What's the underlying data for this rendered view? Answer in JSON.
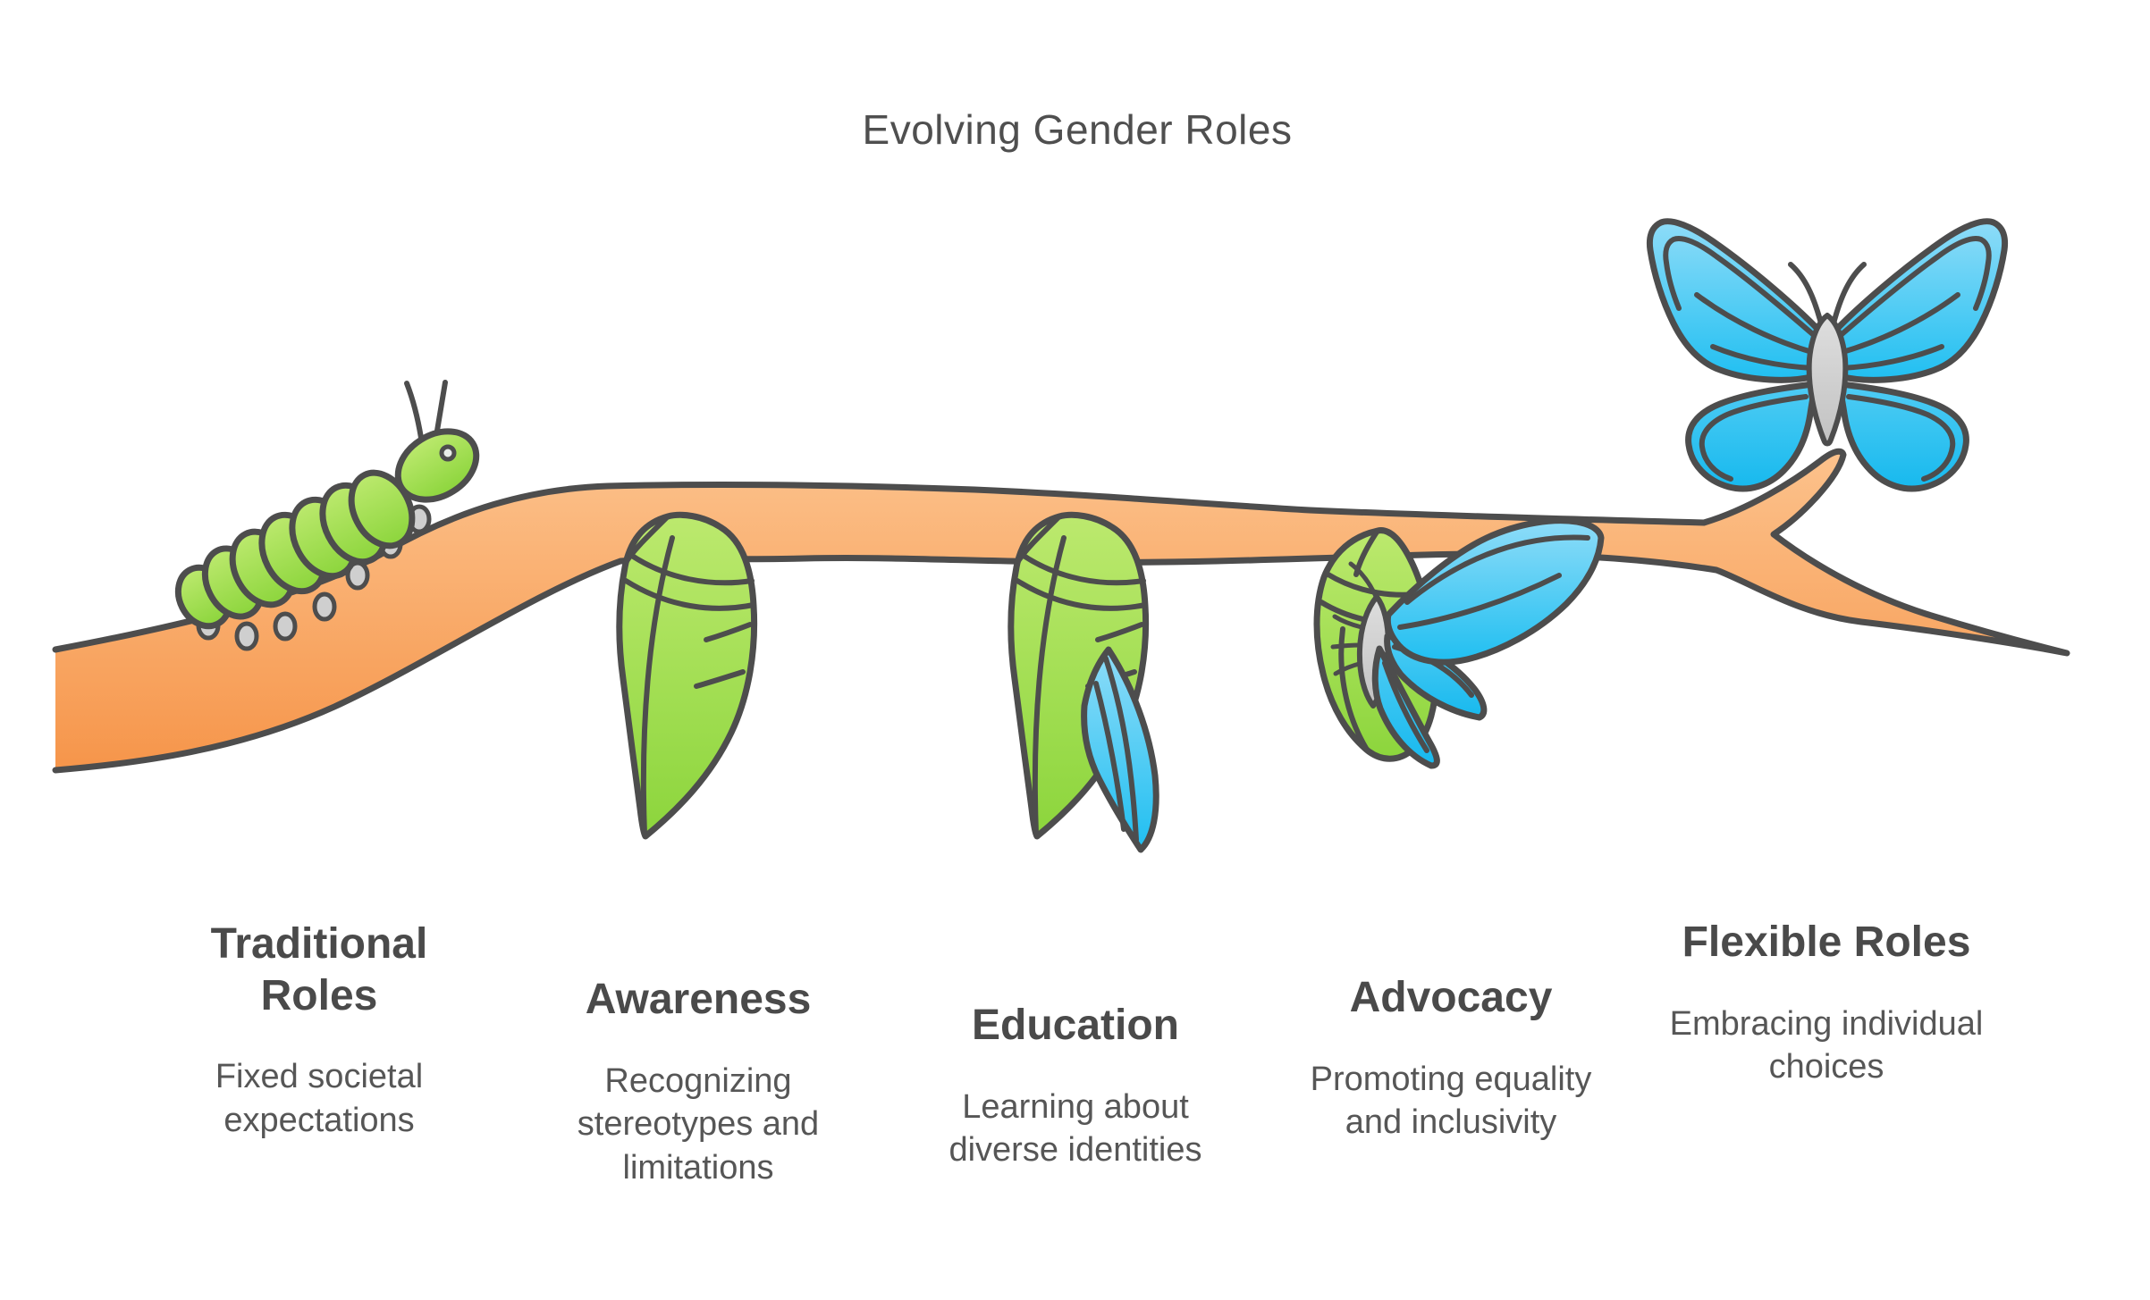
{
  "title": "Evolving Gender Roles",
  "stages": [
    {
      "id": "traditional-roles",
      "heading": "Traditional Roles",
      "description": "Fixed societal expectations",
      "illustration": "caterpillar-on-branch"
    },
    {
      "id": "awareness",
      "heading": "Awareness",
      "description": "Recognizing stereotypes and limitations",
      "illustration": "green-chrysalis"
    },
    {
      "id": "education",
      "heading": "Education",
      "description": "Learning about diverse identities",
      "illustration": "chrysalis-with-emerging-blue-wing"
    },
    {
      "id": "advocacy",
      "heading": "Advocacy",
      "description": "Promoting equality and inclusivity",
      "illustration": "butterfly-emerging-from-chrysalis"
    },
    {
      "id": "flexible-roles",
      "heading": "Flexible Roles",
      "description": "Embracing individual choices",
      "illustration": "blue-butterfly"
    }
  ],
  "colors": {
    "outline": "#4d4d4d",
    "branch_orange_light": "#fcc28c",
    "branch_orange_dark": "#f6954a",
    "green_light": "#bce96e",
    "green_dark": "#8cd53c",
    "blue_light": "#8edcf8",
    "blue_dark": "#20bff1",
    "blue_deep_light": "#4fccf4",
    "blue_deep_dark": "#17b9ee",
    "body_gray_light": "#dedede",
    "body_gray_dark": "#c2c2c2",
    "leg_gray": "#cfcfcf",
    "title_text": "#4f4f4f",
    "heading_text": "#4a4a4a",
    "description_text": "#565656",
    "background": "#ffffff"
  }
}
